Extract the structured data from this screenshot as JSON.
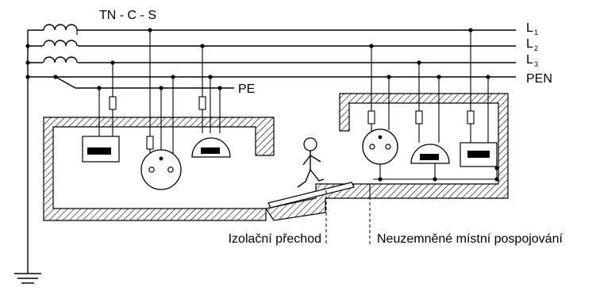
{
  "diagram": {
    "title": "TN - C - S",
    "conductors": {
      "l1": {
        "main": "L",
        "sub": "1"
      },
      "l2": {
        "main": "L",
        "sub": "2"
      },
      "l3": {
        "main": "L",
        "sub": "3"
      },
      "pen": "PEN",
      "pe": "PE"
    },
    "annotations": {
      "insulating_transition": "Izolační přechod",
      "unearthed_bonding": "Neuzemněné místní pospojování"
    }
  }
}
